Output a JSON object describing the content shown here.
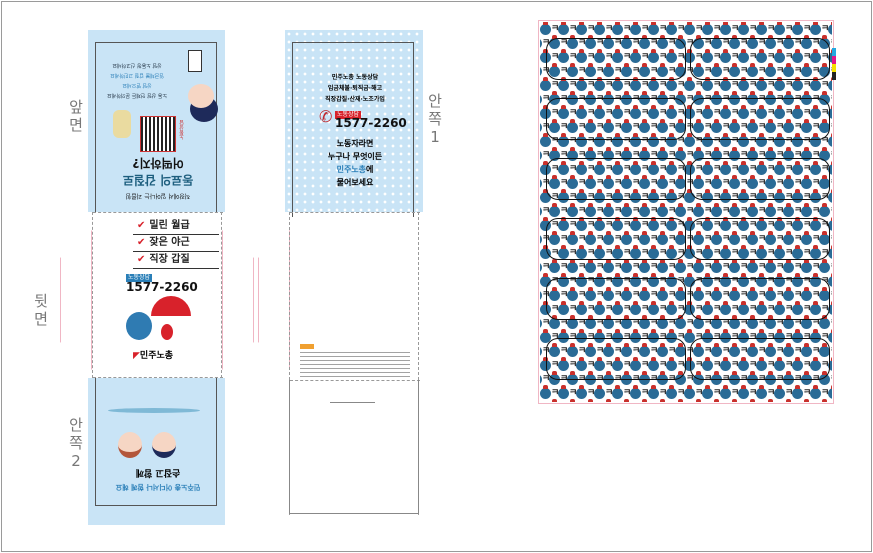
{
  "labels": {
    "front": "앞면",
    "back": "뒷면",
    "inner1": "안쪽1",
    "inner2": "안쪽2"
  },
  "front": {
    "top_text": [
      "상담 노동청 신고하세요",
      "임금체불 갑질 고민하세요",
      "상담 받으세요",
      "노동 상담 언제든 문의하세요"
    ],
    "headline1": "어떡하지?",
    "headline2": "동료의 갑질로",
    "subline": "직장에서 일어나는 괴롭힘",
    "qr_side": "노동상담"
  },
  "back": {
    "checks": [
      "밀린 월급",
      "잦은 야근",
      "직장 갑질"
    ],
    "tag": "노동상담",
    "phone": "1577-2260",
    "logo": "민주노총"
  },
  "inner2": {
    "title": "손잡고 함께",
    "sub": "민주노총 어디서나 함께 해요"
  },
  "inner1": {
    "intro": [
      "민주노총 노동상담",
      "임금체불·퇴직금·해고",
      "직장갑질·산재·노조가입"
    ],
    "tag": "노동상담",
    "phone": "1577-2260",
    "msg": [
      "노동자라면",
      "누구나 무엇이든"
    ],
    "msg_hl": "민주노총",
    "msg_hl_suffix": "에",
    "msg_end": "물어보세요"
  },
  "pattern": {
    "glyph": "ㅋ",
    "colors": {
      "drop": "#2a6b96",
      "accent": "#c9302c"
    }
  },
  "colors": {
    "panel": "#c9e4f6",
    "red": "#d8222b",
    "blue": "#2a7fb8"
  }
}
